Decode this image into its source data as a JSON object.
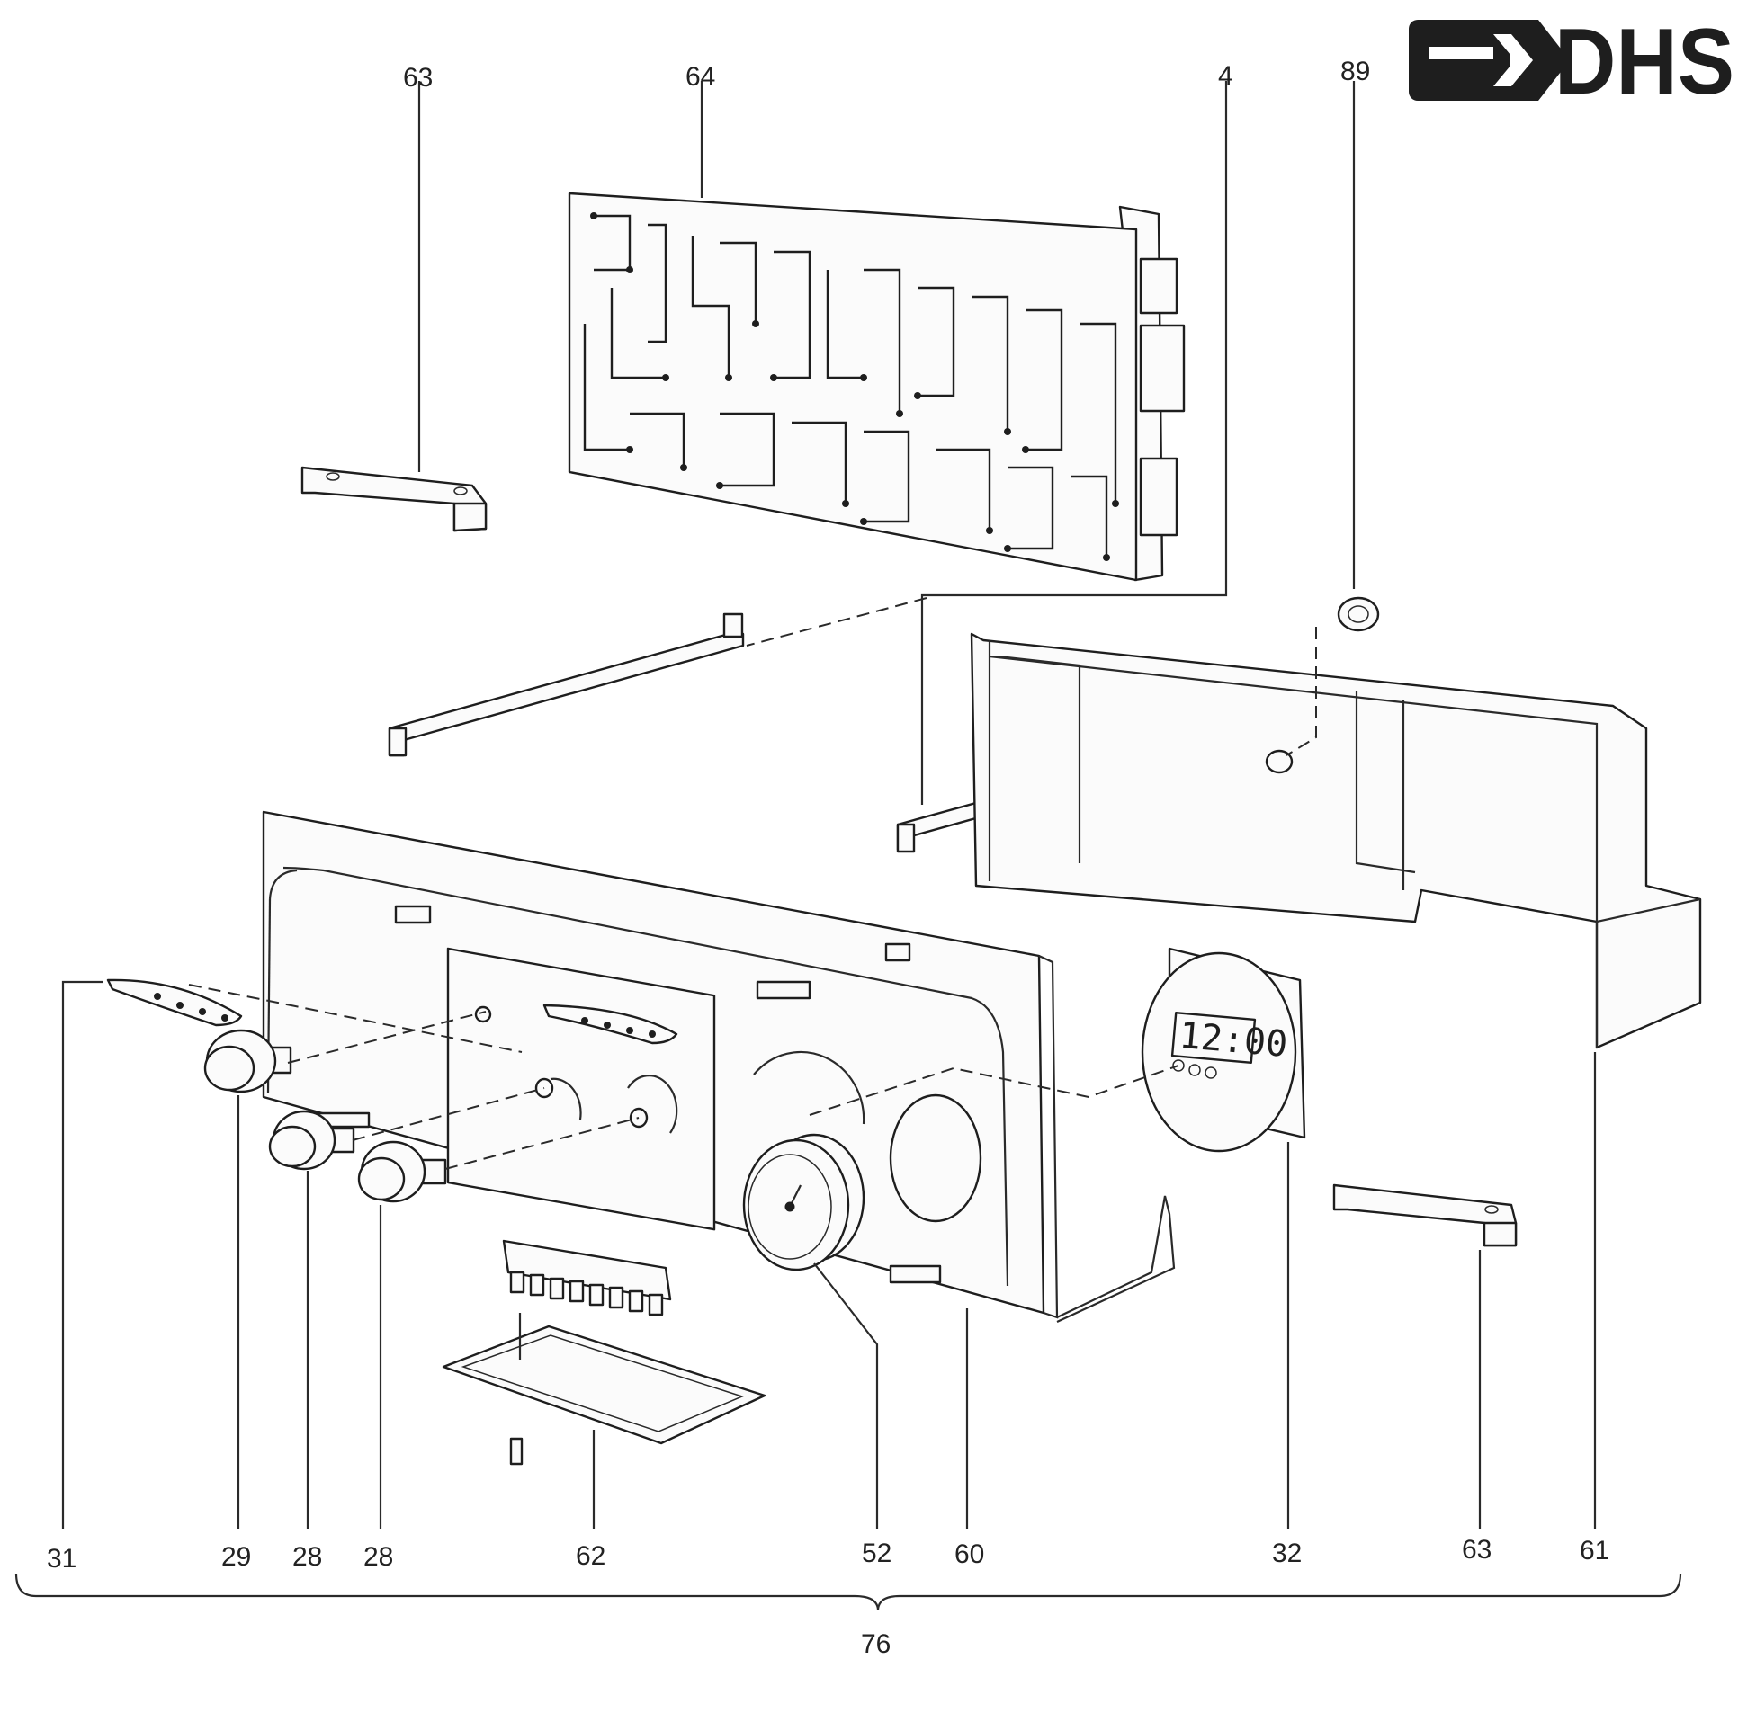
{
  "logo": {
    "text": "DHS"
  },
  "display": {
    "time": "12:00"
  },
  "callouts": {
    "c63a": "63",
    "c64": "64",
    "c4": "4",
    "c89": "89",
    "c31": "31",
    "c29": "29",
    "c28a": "28",
    "c28b": "28",
    "c62": "62",
    "c52": "52",
    "c60": "60",
    "c32": "32",
    "c63b": "63",
    "c61": "61",
    "c76": "76"
  }
}
